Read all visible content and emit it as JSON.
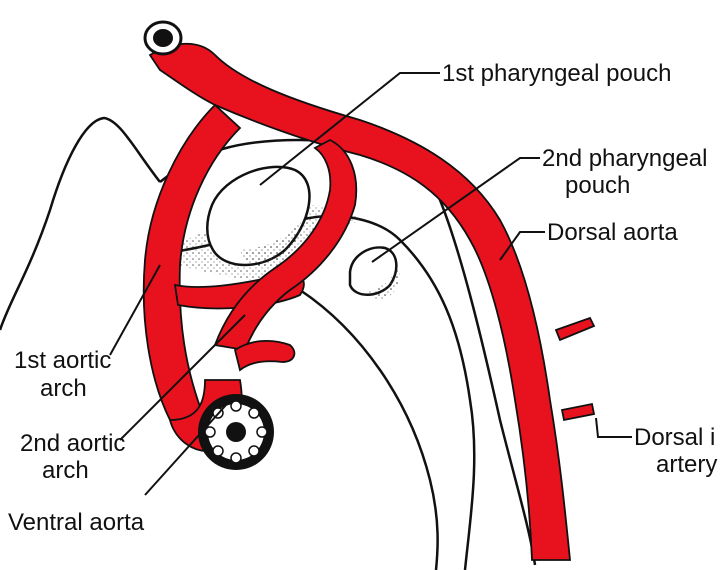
{
  "colors": {
    "vessel": "#e8121e",
    "ink": "#111111",
    "background": "#ffffff"
  },
  "labels": {
    "pouch1": "1st pharyngeal pouch",
    "pouch2_line1": "2nd pharyngeal",
    "pouch2_line2": "pouch",
    "dorsal_aorta": "Dorsal aorta",
    "dorsal_artery_line1": "Dorsal i",
    "dorsal_artery_line2": "artery",
    "arch1_line1": "1st aortic",
    "arch1_line2": "arch",
    "arch2_line1": "2nd aortic",
    "arch2_line2": "arch",
    "ventral_aorta": "Ventral aorta"
  }
}
